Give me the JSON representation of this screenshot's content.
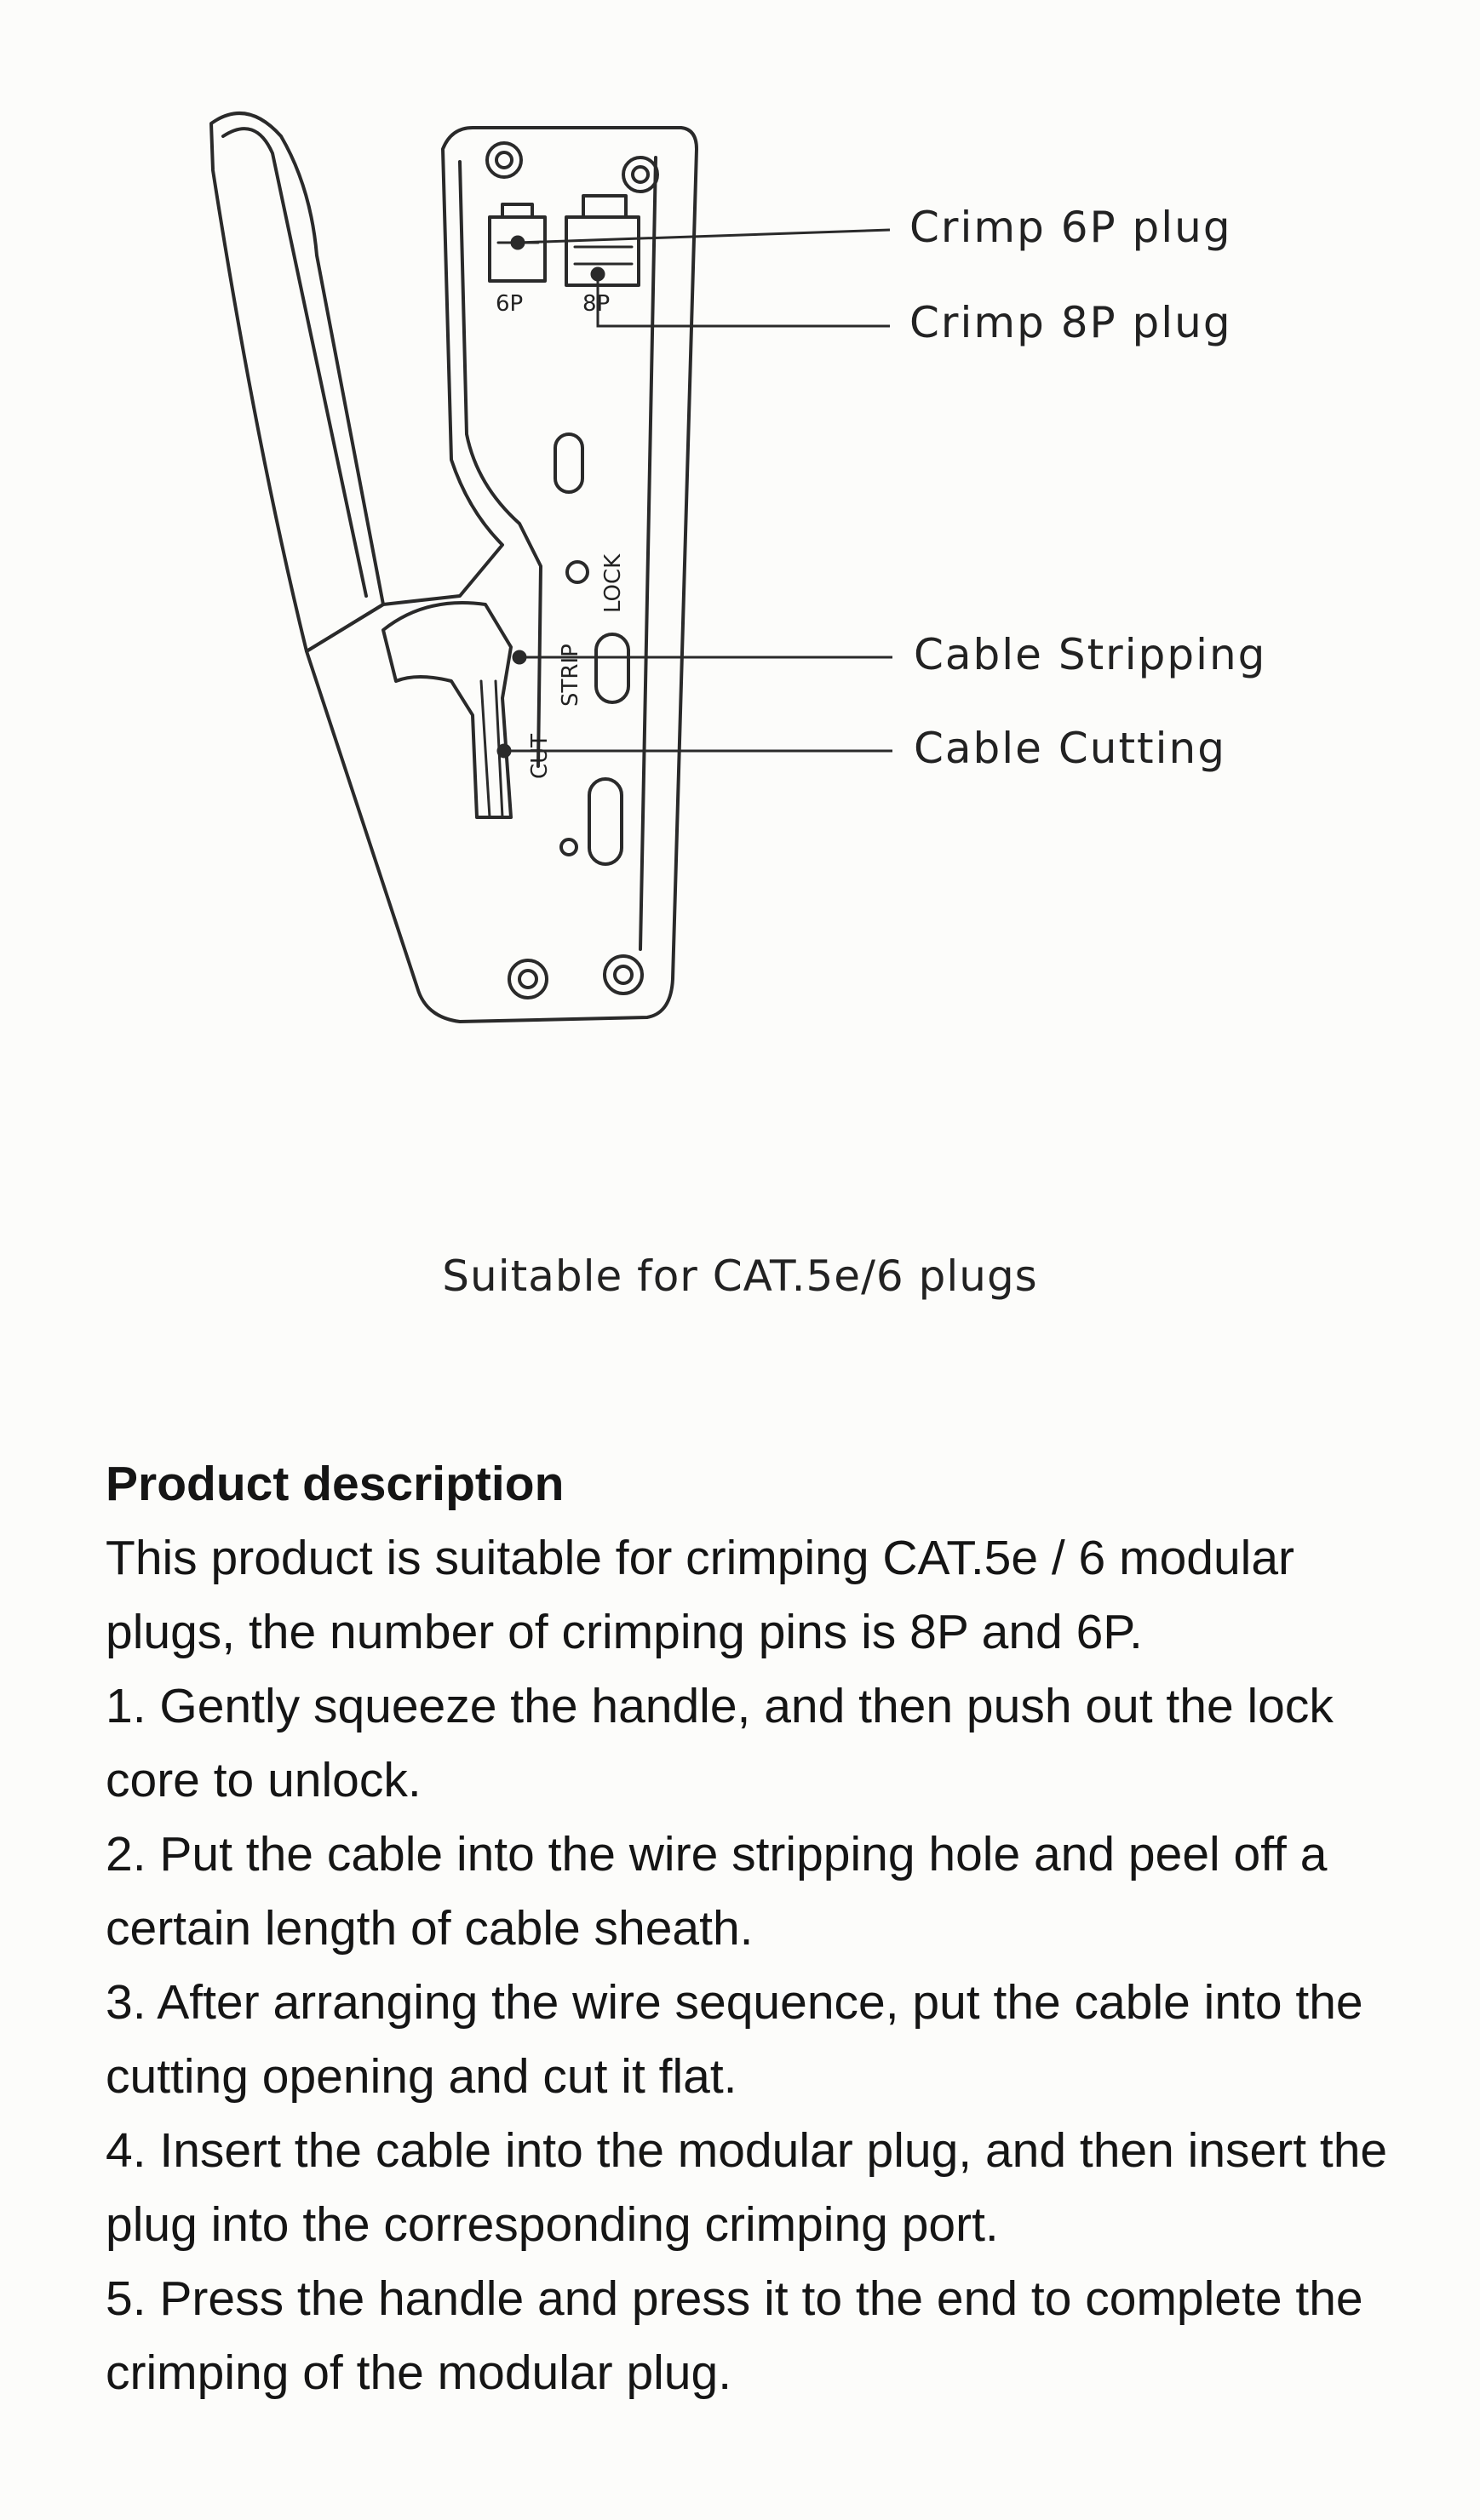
{
  "diagram": {
    "port_labels": {
      "six_p": "6P",
      "eight_p": "8P"
    },
    "tool_labels": {
      "lock": "LOCK",
      "strip": "STRIP",
      "cut": "CUT"
    },
    "callouts": {
      "crimp_6p": "Crimp 6P plug",
      "crimp_8p": "Crimp 8P plug",
      "stripping": "Cable Stripping",
      "cutting": "Cable Cutting"
    }
  },
  "caption": "Suitable for CAT.5e/6 plugs",
  "description": {
    "title": "Product description",
    "intro": "This product is suitable for crimping CAT.5e / 6 modular plugs, the number of crimping pins is 8P and 6P.",
    "steps": [
      "1. Gently squeeze the handle, and then push out the lock core to unlock.",
      "2. Put the cable into the wire stripping hole and peel off a certain length of cable sheath.",
      "3. After arranging the wire sequence, put the cable into the cutting opening and cut it flat.",
      "4. Insert the cable into the modular plug, and then insert the plug into the corresponding crimping port.",
      "5. Press the handle and press it to the end to complete the crimping of the modular plug."
    ]
  }
}
